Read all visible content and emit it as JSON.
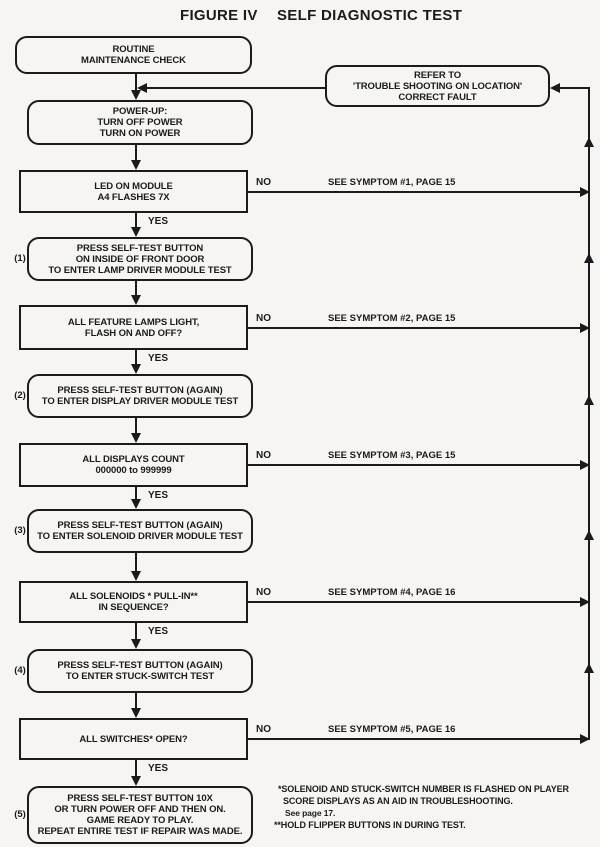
{
  "title": {
    "figure": "FIGURE IV",
    "name": "SELF DIAGNOSTIC TEST"
  },
  "labels": {
    "yes": "YES",
    "no": "NO"
  },
  "nodes": [
    {
      "id": "routine",
      "lines": [
        "ROUTINE",
        "MAINTENANCE CHECK"
      ]
    },
    {
      "id": "refer",
      "lines": [
        "REFER TO",
        "'TROUBLE SHOOTING ON LOCATION'",
        "CORRECT FAULT"
      ]
    },
    {
      "id": "powerup",
      "lines": [
        "POWER-UP:",
        "TURN OFF POWER",
        "TURN ON POWER"
      ]
    },
    {
      "id": "led",
      "lines": [
        "LED ON MODULE",
        "A4 FLASHES 7X"
      ]
    },
    {
      "id": "step1",
      "step": "(1)",
      "lines": [
        "PRESS SELF-TEST BUTTON",
        "ON INSIDE OF FRONT DOOR",
        "TO ENTER LAMP DRIVER MODULE TEST"
      ]
    },
    {
      "id": "lamps",
      "lines": [
        "ALL FEATURE LAMPS LIGHT,",
        "FLASH ON AND OFF?"
      ]
    },
    {
      "id": "step2",
      "step": "(2)",
      "lines": [
        "PRESS SELF-TEST BUTTON (AGAIN)",
        "TO ENTER DISPLAY DRIVER MODULE TEST"
      ]
    },
    {
      "id": "displays",
      "lines": [
        "ALL DISPLAYS COUNT",
        "000000 to 999999"
      ]
    },
    {
      "id": "step3",
      "step": "(3)",
      "lines": [
        "PRESS SELF-TEST BUTTON (AGAIN)",
        "TO ENTER SOLENOID DRIVER MODULE TEST"
      ]
    },
    {
      "id": "solenoids",
      "lines": [
        "ALL SOLENOIDS * PULL-IN**",
        "IN SEQUENCE?"
      ]
    },
    {
      "id": "step4",
      "step": "(4)",
      "lines": [
        "PRESS SELF-TEST BUTTON (AGAIN)",
        "TO ENTER STUCK-SWITCH TEST"
      ]
    },
    {
      "id": "switches",
      "lines": [
        "ALL SWITCHES* OPEN?"
      ]
    },
    {
      "id": "step5",
      "step": "(5)",
      "lines": [
        "PRESS SELF-TEST BUTTON 10X",
        "OR TURN POWER OFF AND THEN ON.",
        "GAME READY TO PLAY.",
        "REPEAT ENTIRE TEST IF REPAIR WAS MADE."
      ]
    }
  ],
  "branches": [
    {
      "label": "SEE SYMPTOM #1, PAGE 15"
    },
    {
      "label": "SEE SYMPTOM #2, PAGE 15"
    },
    {
      "label": "SEE SYMPTOM #3, PAGE 15"
    },
    {
      "label": "SEE SYMPTOM #4, PAGE 16"
    },
    {
      "label": "SEE SYMPTOM #5, PAGE 16"
    }
  ],
  "footnotes": [
    "*SOLENOID AND STUCK-SWITCH NUMBER IS FLASHED ON PLAYER",
    "SCORE DISPLAYS AS AN AID IN TROUBLESHOOTING.",
    "See page 17.",
    "**HOLD FLIPPER BUTTONS IN DURING TEST."
  ],
  "colors": {
    "ink": "#1b1b1b",
    "paper": "#f6f5f1"
  }
}
